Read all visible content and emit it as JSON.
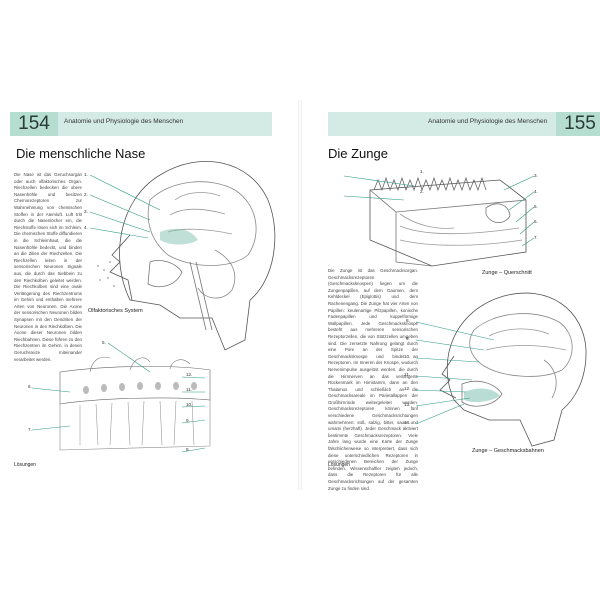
{
  "left_page": {
    "page_number": "154",
    "running_title": "Anatomie und Physiologie des Menschen",
    "title": "Die menschliche Nase",
    "body_text": "Die Nase ist das Geruchsorgan oder auch olfaktorisches Organ. Riechzellen bedecken die obere Nasenhöhle und besitzen Chemorezeptoren zur Wahrnehmung von chemischen Stoffen in der Atemluft. Luft tritt durch die Nasenlöcher ein, die Riechstoffe lösen sich im Schleim. Die chemischen Stoffe diffundieren in die Schleimhaut, die die Nasenhöhle bedeckt, und binden an die Zilien der Riechzellen. Die Riechzellen leiten in der sensorischen Neuronen Signale aus, die durch das Siebbein zu den Riechkolben geleitet werden. Die Riechkolben sind eine ovale Verlängerung des Riechzentrums im Gehirn und enthalten mehrere Arten von Neuronen. Die Axone der sensorischen Neuronen bilden Synapsen mit den Dendriten der Neuronen in den Riechkolben. Die Axone dieser Neuronen bilden Riechbahnen. Diese führen zu den Riechzentren im Gehirn, in denen Geruchsreize miteinander verarbeitet werden.",
    "figure_caption": "Olfaktorisches System",
    "solutions_heading": "Lösungen",
    "labels_top": [
      "1.",
      "2.",
      "3.",
      "4.",
      "5."
    ],
    "labels_bottom_left": [
      "6.",
      "7."
    ],
    "labels_bottom_right": [
      "12.",
      "11.",
      "10.",
      "9.",
      "8."
    ]
  },
  "right_page": {
    "page_number": "155",
    "running_title": "Anatomie und Physiologie des Menschen",
    "title": "Die Zunge",
    "body_text": "Die Zunge ist das Geschmacksorgan. Geschmacksrezeptoren (Geschmacksknospen) liegen um die Zungenpapillen, auf dem Gaumen, dem Kehldeckel (Epiglottis) und dem Rachenengang. Die Zunge hat vier Arten von Papillen: keulenartige Pilzpapillen, konische Fadenpapillen und kuppelförmige Wallpapillen. Jede Geschmacksknospe besteht aus mehreren sensorischen Rezeptorzellen, die von Stützzellen umgeben sind. Die zersetzte Nahrung gelangt durch eine Pore an der Spitze der Geschmacksknospe und bindet an Rezeptoren. Im Inneren der Knospe, wodurch Nervenimpulse ausgelöst werden, die durch die Hirnnerven an das verlängerte Rückenmark im Hirnstamm, dann an den Thalamus und schließlich an die Geschmacksareale im Parietallappen der Großhirnrinde weitergeleitet werden. Geschmacksrezeptoren können fünf verschiedene Geschmacksrichtungen wahrnehmen: süß, salzig, bitter, sauer und umami (herzhaft). Jeder Geschmack aktiviert bestimmte Geschmacksrezeptoren. Viele Jahre lang wurde eine Karte der Zunge fälschlicherweise so interpretiert, dass sich diese unterschiedlichen Rezeptoren in verschiedenen Bereichen der Zunge befinden. Wissenschaftler zeigten jedoch, dass die Rezeptoren für alle Geschmacksrichtungen auf der gesamten Zunge zu finden sind.",
    "caption_cross_section": "Zunge – Querschnitt",
    "caption_pathways": "Zunge – Geschmacksbahnen",
    "solutions_heading": "Lösungen",
    "labels_cross_left": [
      "1.",
      "2."
    ],
    "labels_cross_right": [
      "3.",
      "4.",
      "5.",
      "6.",
      "7."
    ],
    "labels_head": [
      "8.",
      "9.",
      "10.",
      "11.",
      "12.",
      "13.",
      "14."
    ]
  },
  "colors": {
    "header_band": "#d3ebe4",
    "page_number_box": "#b5ddd0",
    "leader_line": "#2f9a86"
  }
}
